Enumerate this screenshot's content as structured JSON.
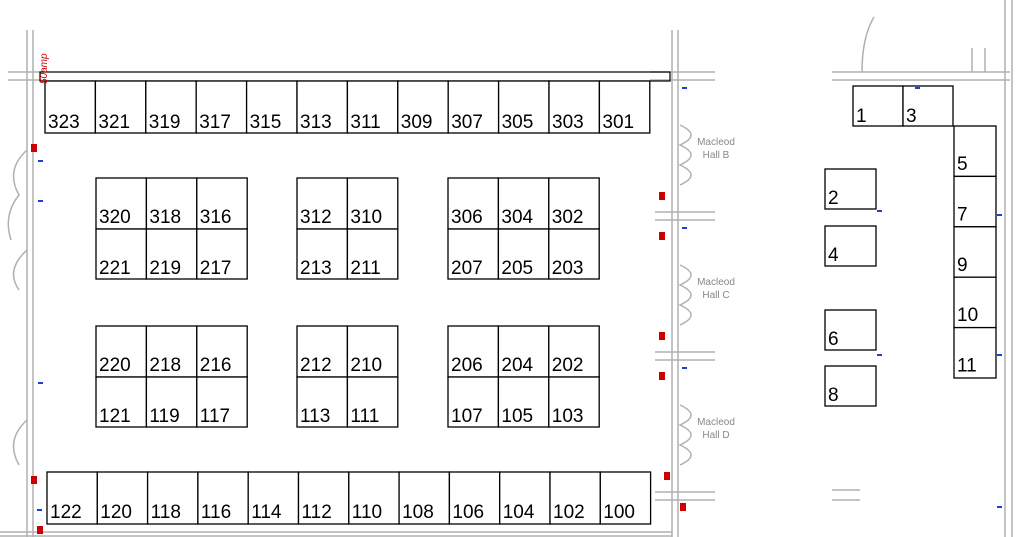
{
  "floorplan": {
    "rows": [
      [
        "323",
        "321",
        "319",
        "317",
        "315",
        "313",
        "311",
        "309",
        "307",
        "305",
        "303",
        "301"
      ],
      [
        "122",
        "120",
        "118",
        "116",
        "114",
        "112",
        "110",
        "108",
        "106",
        "104",
        "102",
        "100"
      ]
    ],
    "islands": [
      {
        "top": [
          "320",
          "318",
          "316"
        ],
        "bottom": [
          "221",
          "219",
          "217"
        ]
      },
      {
        "top": [
          "312",
          "310"
        ],
        "bottom": [
          "213",
          "211"
        ]
      },
      {
        "top": [
          "306",
          "304",
          "302"
        ],
        "bottom": [
          "207",
          "205",
          "203"
        ]
      },
      {
        "top": [
          "220",
          "218",
          "216"
        ],
        "bottom": [
          "121",
          "119",
          "117"
        ]
      },
      {
        "top": [
          "212",
          "210"
        ],
        "bottom": [
          "113",
          "111"
        ]
      },
      {
        "top": [
          "206",
          "204",
          "202"
        ],
        "bottom": [
          "107",
          "105",
          "103"
        ]
      }
    ],
    "annex_top": [
      "1",
      "3"
    ],
    "annex_column": [
      "5",
      "7",
      "9",
      "10",
      "11"
    ],
    "annex_singles": [
      "2",
      "4",
      "6",
      "8"
    ],
    "halls": [
      {
        "line1": "Macleod",
        "line2": "Hall B"
      },
      {
        "line1": "Macleod",
        "line2": "Hall C"
      },
      {
        "line1": "Macleod",
        "line2": "Hall D"
      }
    ],
    "power_note": "50amp",
    "colors": {
      "booth": "#000000",
      "wall": "#b0b0b0",
      "hall_text": "#888888",
      "outlet": "#cc0000",
      "marker": "#1a3fd6"
    }
  }
}
